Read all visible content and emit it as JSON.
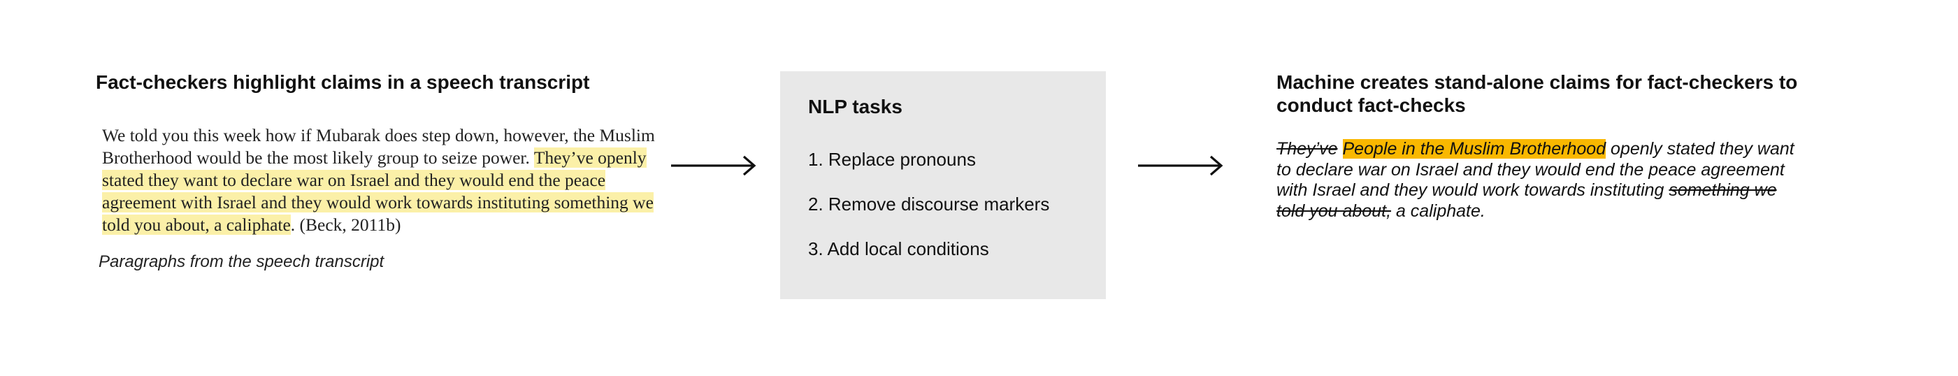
{
  "left_panel": {
    "heading": "Fact-checkers highlight claims in a speech transcript",
    "transcript_plain": "We told you this week how if Mubarak does step down, however, the Muslim Brotherhood would be the most likely group to seize power. ",
    "transcript_highlighted": "They’ve openly stated they want to declare war on Israel and they would end the peace agreement with Israel and they would work towards instituting something we told you about, a caliphate",
    "transcript_tail": ". (Beck, 2011b)",
    "caption": "Paragraphs from the speech transcript",
    "highlight_color": "#fbf0a8"
  },
  "middle_panel": {
    "title": "NLP tasks",
    "steps": [
      "1. Replace pronouns",
      "2. Remove discourse markers",
      "3. Add local conditions"
    ],
    "box_color": "#e8e8e8"
  },
  "right_panel": {
    "heading": "Machine creates stand-alone claims for fact-checkers to conduct fact-checks",
    "claim_struck_start": "They’ve",
    "claim_inserted": "People in the Muslim Brotherhood",
    "claim_middle": " openly stated they want to declare war on Israel and they would end the peace agreement with Israel and they would work towards instituting ",
    "claim_struck_end": "something we told you about,",
    "claim_end": " a caliphate.",
    "highlight_color": "#f9b800"
  },
  "arrows": [
    "arrow-right-icon",
    "arrow-right-icon"
  ]
}
